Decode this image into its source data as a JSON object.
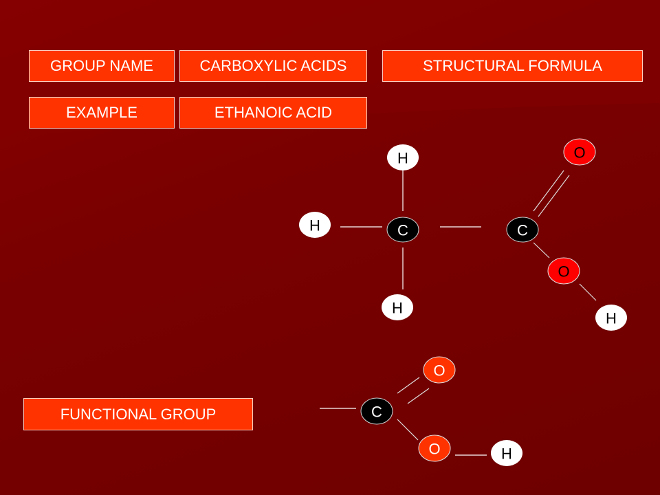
{
  "labels": {
    "group_name": "GROUP NAME",
    "group_value": "CARBOXYLIC ACIDS",
    "structural_formula": "STRUCTURAL FORMULA",
    "example": "EXAMPLE",
    "example_value": "ETHANOIC ACID",
    "functional_group": "FUNCTIONAL GROUP"
  },
  "structure": {
    "h_top": "H",
    "h_left": "H",
    "c1": "C",
    "h_bottom": "H",
    "c2": "C",
    "o_double": "O",
    "o_single": "O",
    "h_oh": "H"
  },
  "functional": {
    "c": "C",
    "o_double": "O",
    "o_single": "O",
    "h": "H"
  },
  "colors": {
    "box": "#ff3300",
    "oxygen_structure": "#ff0000",
    "oxygen_functional": "#ff3300",
    "carbon": "#000000",
    "hydrogen": "#ffffff",
    "background": "#720000"
  }
}
